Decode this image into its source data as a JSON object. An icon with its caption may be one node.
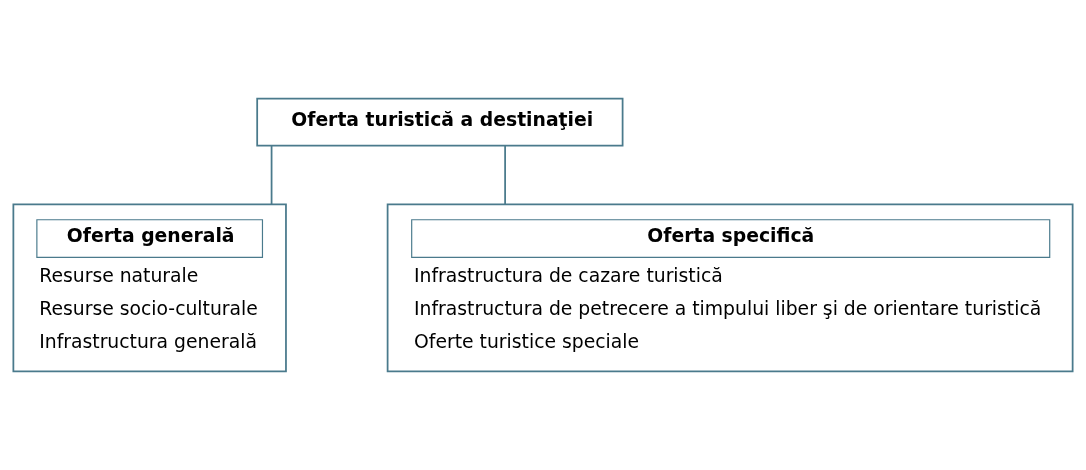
{
  "diagram": {
    "nodes": [
      {
        "text": [
          "Oferta turistică a destinaţiei"
        ]
      },
      {
        "text": [
          "Oferta generală",
          "Resurse naturale",
          "Resurse socio-culturale",
          "Infrastructura generală"
        ]
      },
      {
        "text": [
          "Oferta specifică",
          "Infrastructura de cazare turistică",
          "Infrastructura de petrecere a timpului liber şi de orientare turistică",
          "Oferte turistice speciale"
        ]
      }
    ],
    "edges": [
      {
        "from": 0,
        "to": 1,
        "arrow": "none"
      },
      {
        "from": 0,
        "to": 2,
        "arrow": "none"
      }
    ]
  }
}
